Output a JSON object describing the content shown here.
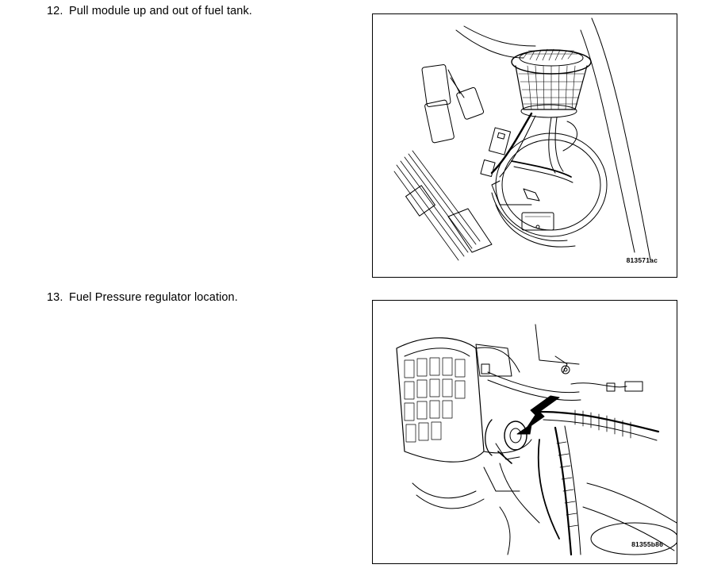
{
  "steps": [
    {
      "number": "12.",
      "text": "Pull module up and out of fuel tank.",
      "figure_code": "813571ac"
    },
    {
      "number": "13.",
      "text": "Fuel Pressure regulator location.",
      "figure_code": "81355b86"
    }
  ],
  "colors": {
    "text": "#000000",
    "background": "#ffffff",
    "figure_border": "#000000"
  }
}
